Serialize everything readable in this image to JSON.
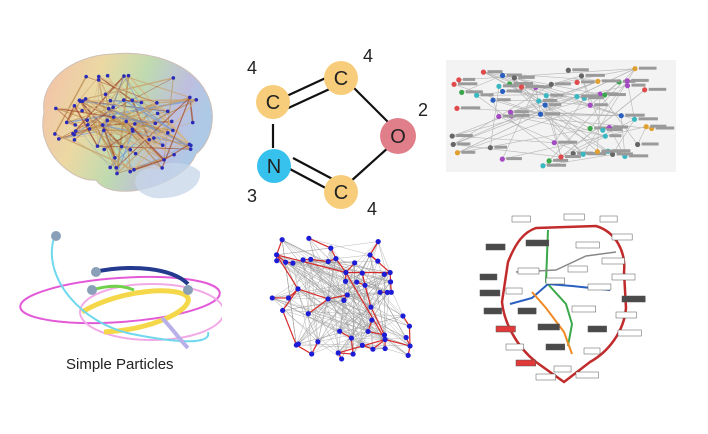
{
  "molecule": {
    "atoms": [
      {
        "symbol": "C",
        "valence": "4",
        "color": "#f7cd7b"
      },
      {
        "symbol": "C",
        "valence": "4",
        "color": "#f7cd7b"
      },
      {
        "symbol": "O",
        "valence": "2",
        "color": "#e07f8a"
      },
      {
        "symbol": "C",
        "valence": "4",
        "color": "#f7cd7b"
      },
      {
        "symbol": "N",
        "valence": "3",
        "color": "#37c2ee"
      }
    ]
  },
  "particles": {
    "caption": "Simple Particles"
  },
  "colors": {
    "brain_nodes": "#2a2ab8",
    "graph_nodes": "#1c1cd6",
    "graph_mst": "#d62a2a",
    "metro_loop": "#c22b2b",
    "metro_green": "#3aa84a",
    "metro_blue": "#2a5fc2",
    "metro_orange": "#f08a24"
  }
}
